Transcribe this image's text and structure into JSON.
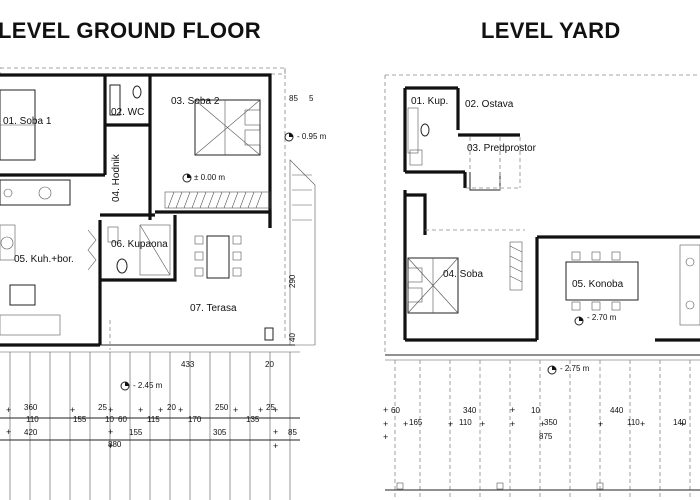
{
  "titles": {
    "ground": "LEVEL GROUND FLOOR",
    "yard": "LEVEL YARD"
  },
  "ground": {
    "rooms": {
      "soba1": "01. Soba 1",
      "wc": "02. WC",
      "soba2": "03. Soba 2",
      "hodnik": "04. Hodnik",
      "kuh": "05. Kuh.+bor.",
      "kupaona": "06. Kupaona",
      "terasa": "07. Terasa"
    },
    "levels": {
      "main": "± 0.00 m",
      "outer": "- 0.95 m",
      "lower": "- 2.45 m"
    },
    "dims": {
      "d85": "85",
      "d5": "5",
      "d290": "290",
      "d40": "40",
      "d433": "433",
      "d20top": "20",
      "r1": [
        "360",
        "110",
        "420"
      ],
      "r155a": "155",
      "d25a": "25",
      "d10": "10",
      "d60": "60",
      "d155b": "155",
      "d115": "115",
      "d20": "20",
      "d170": "170",
      "d250": "250",
      "d305": "305",
      "d135": "135",
      "d25b": "25",
      "d85b": "85",
      "d880": "880"
    }
  },
  "yard": {
    "rooms": {
      "kup": "01. Kup.",
      "ostava": "02. Ostava",
      "predprostor": "03. Predprostor",
      "soba": "04. Soba",
      "konoba": "05. Konoba"
    },
    "levels": {
      "konoba": "- 2.70 m",
      "outer": "- 2.75 m"
    },
    "dims": {
      "d60": "60",
      "d165": "165",
      "d340": "340",
      "d110a": "110",
      "d10": "10",
      "d350": "350",
      "d875": "875",
      "d440": "440",
      "d110b": "110",
      "d140": "140"
    }
  }
}
